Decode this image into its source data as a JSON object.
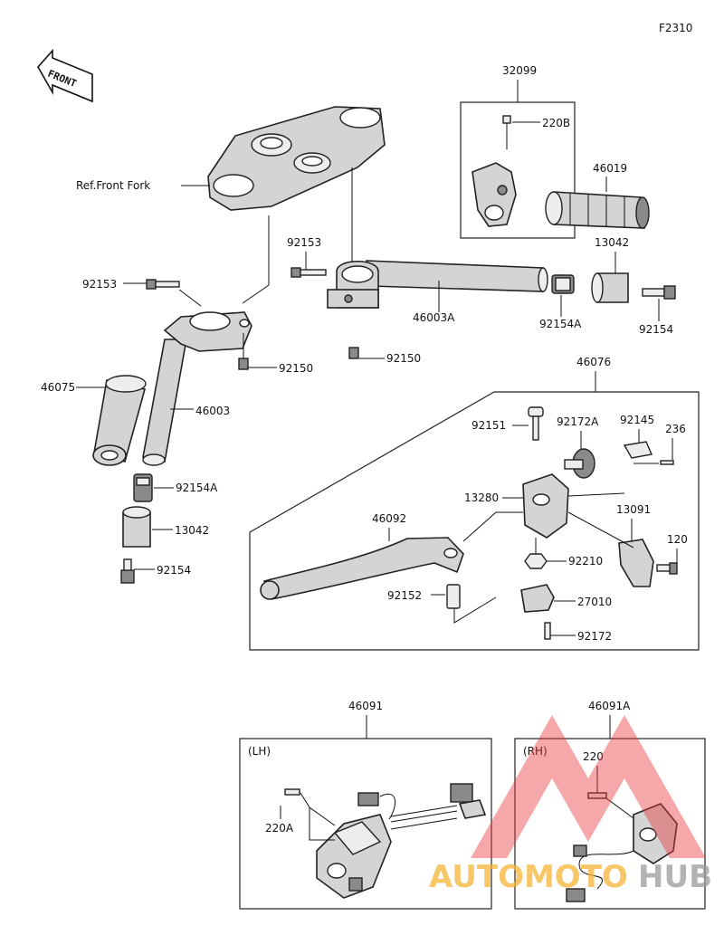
{
  "diagram_code": "F2310",
  "front_label": "FRONT",
  "ref_front_fork": "Ref.Front Fork",
  "parts": {
    "p32099": "32099",
    "p220B": "220B",
    "p46019": "46019",
    "p13042_top": "13042",
    "p92153_center": "92153",
    "p92153_left": "92153",
    "p46003A": "46003A",
    "p92154A_top": "92154A",
    "p92154_top": "92154",
    "p92150_left": "92150",
    "p92150_center": "92150",
    "p46075": "46075",
    "p46003": "46003",
    "p92154A_bottom": "92154A",
    "p13042_bottom": "13042",
    "p92154_bottom": "92154",
    "p46076": "46076",
    "p92151": "92151",
    "p92172A": "92172A",
    "p92145": "92145",
    "p236": "236",
    "p13280": "13280",
    "p46092": "46092",
    "p13091": "13091",
    "p120": "120",
    "p92210": "92210",
    "p92152": "92152",
    "p27010": "27010",
    "p92172": "92172",
    "p46091": "46091",
    "p46091A": "46091A",
    "p220A": "220A",
    "p220": "220"
  },
  "switch_lh": "(LH)",
  "switch_rh": "(RH)",
  "watermark": {
    "text_part1": "AUTOMOTO",
    "text_part2": "HUB",
    "color_primary": "#f5b335",
    "color_secondary": "#9a9a9a",
    "logo_color": "#e8363a"
  }
}
